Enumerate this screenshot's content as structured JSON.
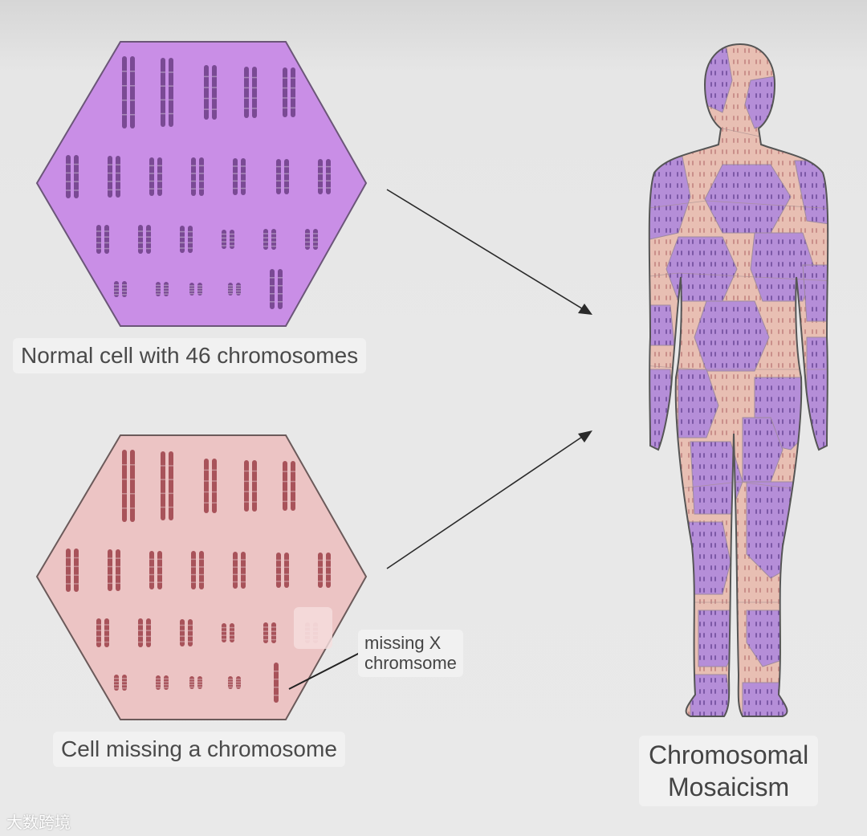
{
  "labels": {
    "normal_cell": "Normal cell with 46 chromosomes",
    "missing_cell": "Cell missing a chromosome",
    "missing_x_line1": "missing X",
    "missing_x_line2": "chromsome",
    "mosaicism_line1": "Chromosomal",
    "mosaicism_line2": "Mosaicism"
  },
  "watermark": "大数跨境",
  "colors": {
    "normal_cell_fill": "#c98ee6",
    "normal_chromosome": "#7a4a94",
    "missing_cell_fill": "#ecc4c4",
    "missing_chromosome": "#a8535a",
    "body_pink": "#e8bfb3",
    "body_purple": "#b58ed8",
    "outline": "#555555"
  }
}
